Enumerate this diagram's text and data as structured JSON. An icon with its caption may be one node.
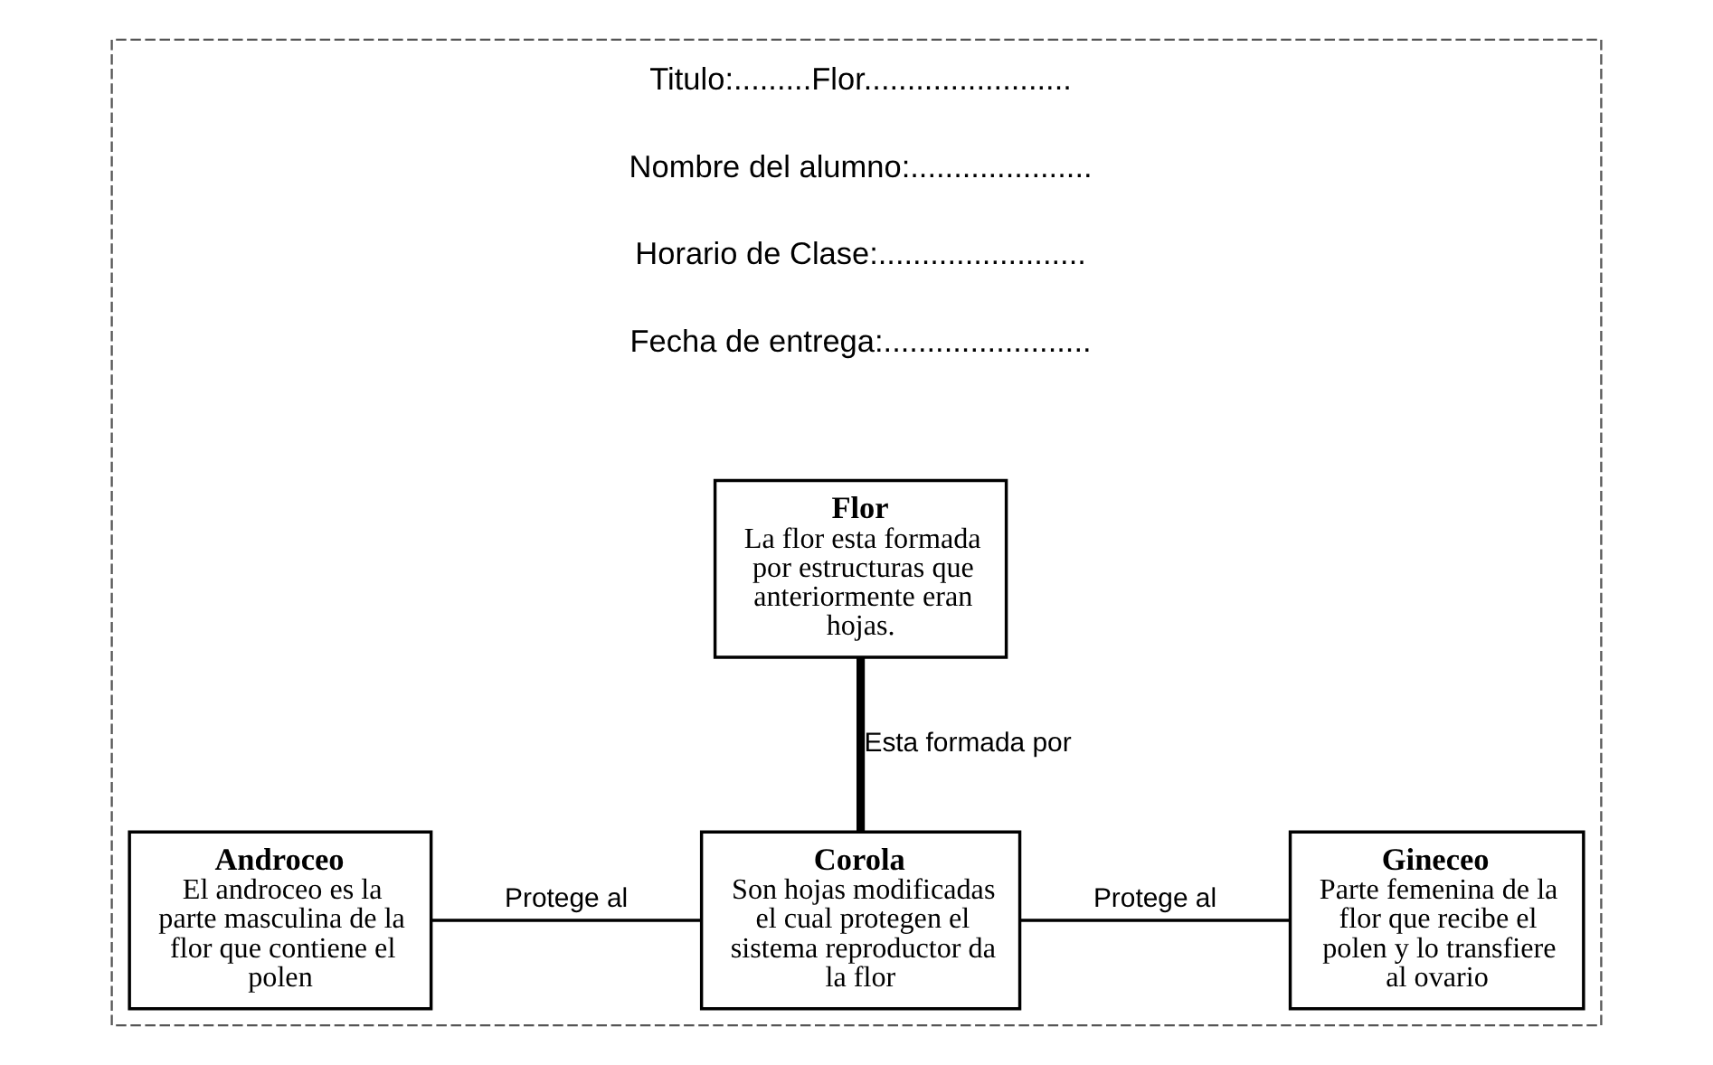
{
  "diagram": {
    "nodes": [
      {
        "text": [],
        "shape": "box"
      },
      {
        "text": [
          "Flor",
          "La flor esta formada por estructuras que anteriormente eran hojas."
        ],
        "in": 0
      },
      {
        "text": [
          "Corola",
          "Son hojas modificadas el cual protegen el sistema reproductor da la flor"
        ],
        "in": 0
      },
      {
        "text": [
          "Androceo",
          "El androceo es la parte masculina de la flor que contiene el polen"
        ],
        "in": 0
      },
      {
        "text": [
          "Gineceo",
          "Parte femenina de la flor que recibe el polen y lo transfiere al ovario"
        ],
        "in": 0
      }
    ],
    "edges": [
      {
        "from": 1,
        "to": 2,
        "arrow": "none",
        "label": "Esta formada por",
        "style": "thick"
      },
      {
        "from": 2,
        "to": 3,
        "arrow": "none",
        "label": "Protege al"
      },
      {
        "from": 2,
        "to": 4,
        "arrow": "none",
        "label": "Protege al"
      }
    ],
    "labels": [
      "Titulo:.........Flor........................",
      "Nombre del alumno:.....................",
      "Horario de Clase:........................",
      "Fecha de entrega:........................"
    ]
  }
}
